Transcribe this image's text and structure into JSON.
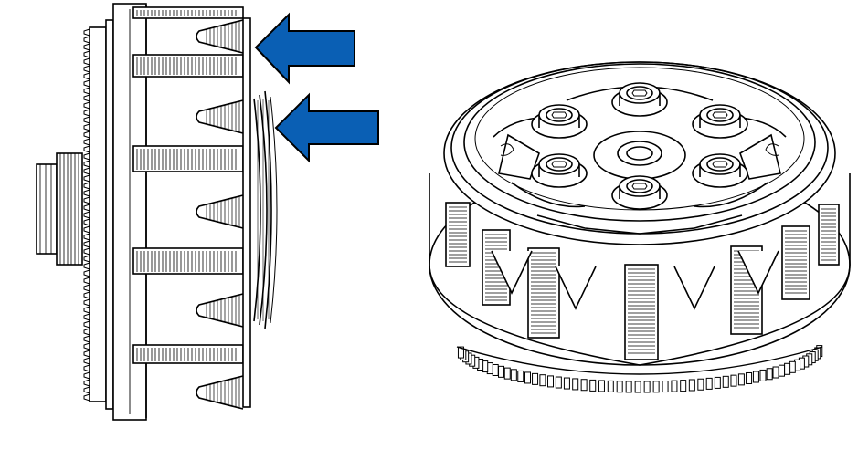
{
  "figure": {
    "views": [
      {
        "name": "clutch-assembly-side-view"
      },
      {
        "name": "clutch-assembly-isometric-view"
      }
    ],
    "annotations": {
      "arrow_count": 2,
      "arrow_color": "#0a5fb4",
      "arrow_outline_color": "#000000"
    },
    "line_color": "#000000",
    "background_color": "#ffffff"
  }
}
